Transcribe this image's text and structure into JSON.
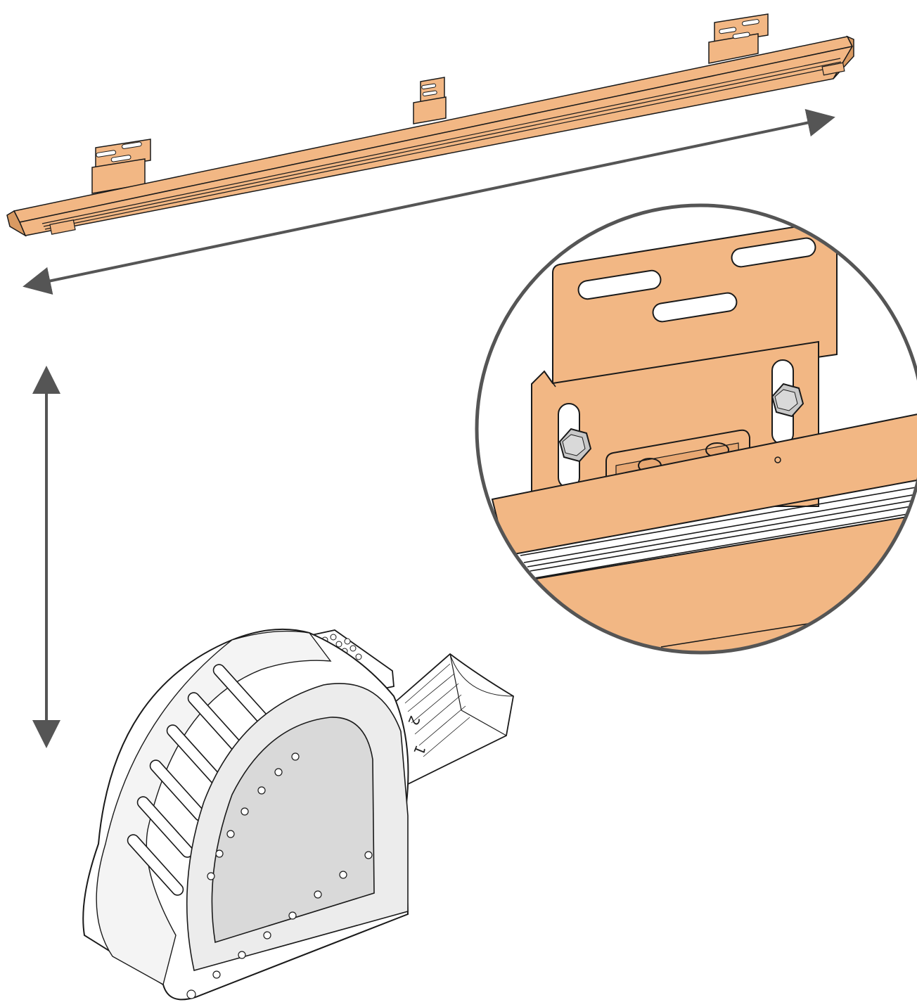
{
  "colors": {
    "rail_fill": "#F2B784",
    "rail_dark": "#D99A62",
    "outline": "#1a1a1a",
    "arrow": "#555555",
    "detail_circle_border": "#555555",
    "tape_body": "#ffffff",
    "tape_panel": "#d9d9d9",
    "bolt": "#c8c8c8",
    "background": "#ffffff"
  },
  "icons": {
    "rail": "mounting-rail-icon",
    "bracket": "mounting-bracket-icon",
    "bolt": "hex-bolt-icon",
    "tape_measure": "tape-measure-icon",
    "length_arrow": "double-arrow-icon",
    "height_arrow": "double-arrow-icon"
  },
  "rail": {
    "bracket_count": 3
  },
  "detail_view": {
    "slot_count": 5,
    "bolt_count": 2
  },
  "tape_measure": {
    "blade_numbers": [
      "2",
      "1"
    ]
  }
}
